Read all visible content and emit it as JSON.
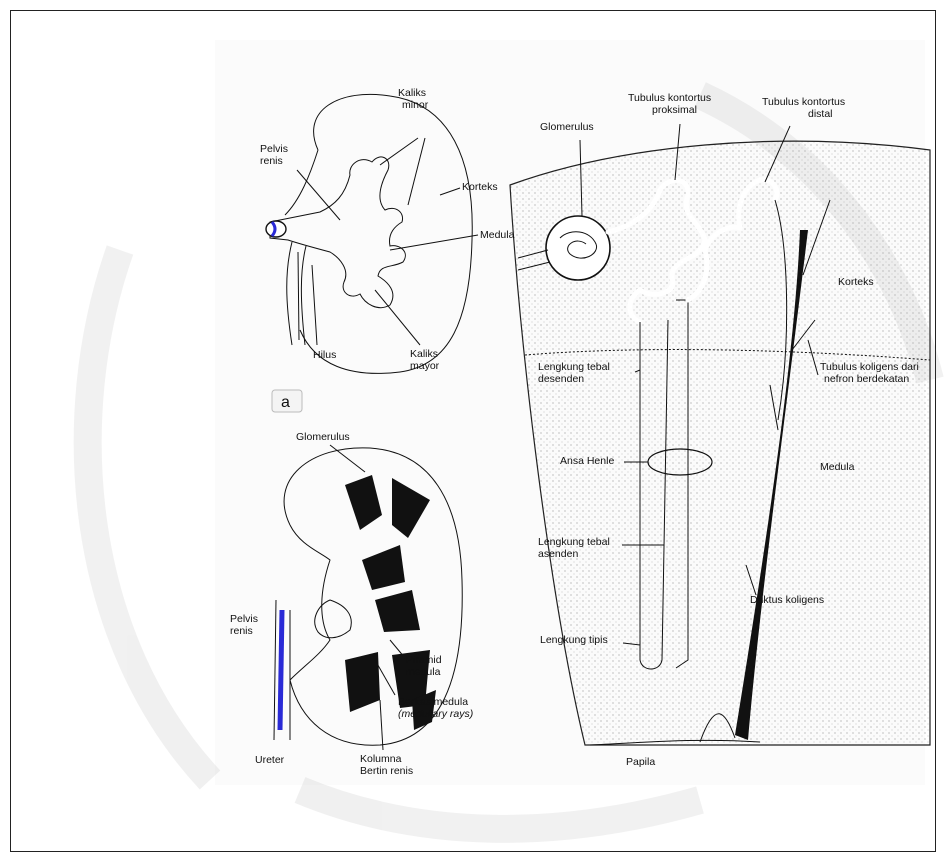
{
  "figure": {
    "panel_marker": "a",
    "kidney_gross": {
      "kaliks_minor": [
        "Kaliks",
        "minor"
      ],
      "pelvis_renis": [
        "Pelvis",
        "renis"
      ],
      "korteks": "Korteks",
      "medula": "Medula",
      "hilus": "Hilus",
      "kaliks_mayor": [
        "Kaliks",
        "mayor"
      ]
    },
    "kidney_section": {
      "glomerulus": "Glomerulus",
      "pelvis_renis": [
        "Pelvis",
        "renis"
      ],
      "piramid_medula": [
        "Piramid",
        "medula"
      ],
      "berkas_medula": [
        "Berkas medula",
        "(medullary rays)"
      ],
      "ureter": "Ureter",
      "kolumna": [
        "Kolumna",
        "Bertin renis"
      ]
    },
    "nephron": {
      "glomerulus": "Glomerulus",
      "tubulus_proksimal": [
        "Tubulus kontortus",
        "proksimal"
      ],
      "tubulus_distal": [
        "Tubulus kontortus",
        "distal"
      ],
      "korteks": "Korteks",
      "lengkung_desenden": [
        "Lengkung tebal",
        "desenden"
      ],
      "tubulus_koligens": [
        "Tubulus koligens dari",
        "nefron berdekatan"
      ],
      "ansa_henle": "Ansa Henle",
      "medula": "Medula",
      "lengkung_asenden": [
        "Lengkung tebal",
        "asenden"
      ],
      "duktus_koligens": "Duktus koligens",
      "lengkung_tipis": "Lengkung tipis",
      "papila": "Papila"
    }
  },
  "colors": {
    "ink": "#111111",
    "blue_marker": "#2a2ad6",
    "stipple": "#d9d9d9"
  }
}
